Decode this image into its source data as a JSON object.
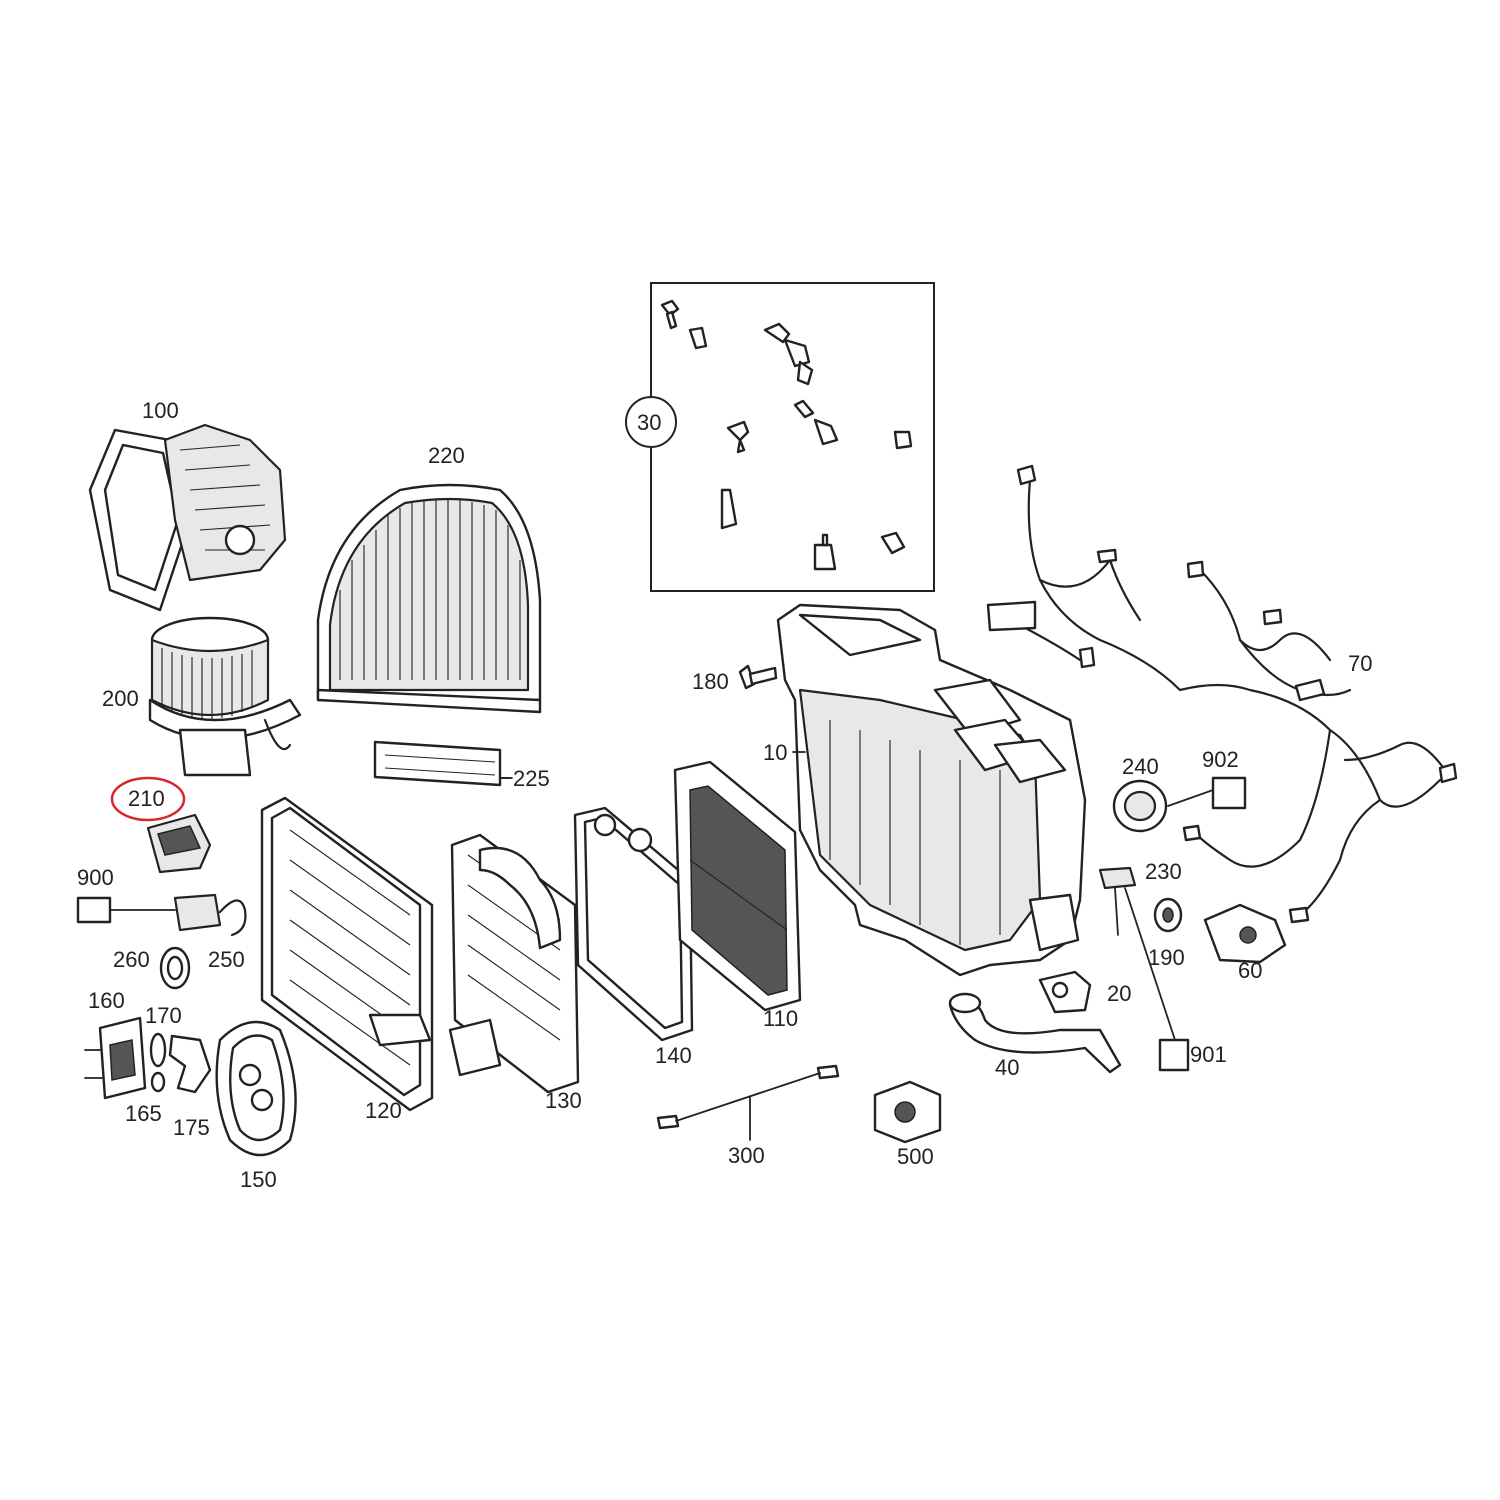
{
  "highlight_color": "#d9262e",
  "line_color": "#222222",
  "highlighted_part": "210",
  "callouts": {
    "c100": "100",
    "c220": "220",
    "c200": "200",
    "c210": "210",
    "c225": "225",
    "c900": "900",
    "c260": "260",
    "c250": "250",
    "c160": "160",
    "c170": "170",
    "c165": "165",
    "c175": "175",
    "c150": "150",
    "c120": "120",
    "c130": "130",
    "c140": "140",
    "c110": "110",
    "c10": "10",
    "c180": "180",
    "c30": "30",
    "c240": "240",
    "c902": "902",
    "c230": "230",
    "c190": "190",
    "c60": "60",
    "c20": "20",
    "c40": "40",
    "c901": "901",
    "c300": "300",
    "c500": "500",
    "c70": "70"
  }
}
